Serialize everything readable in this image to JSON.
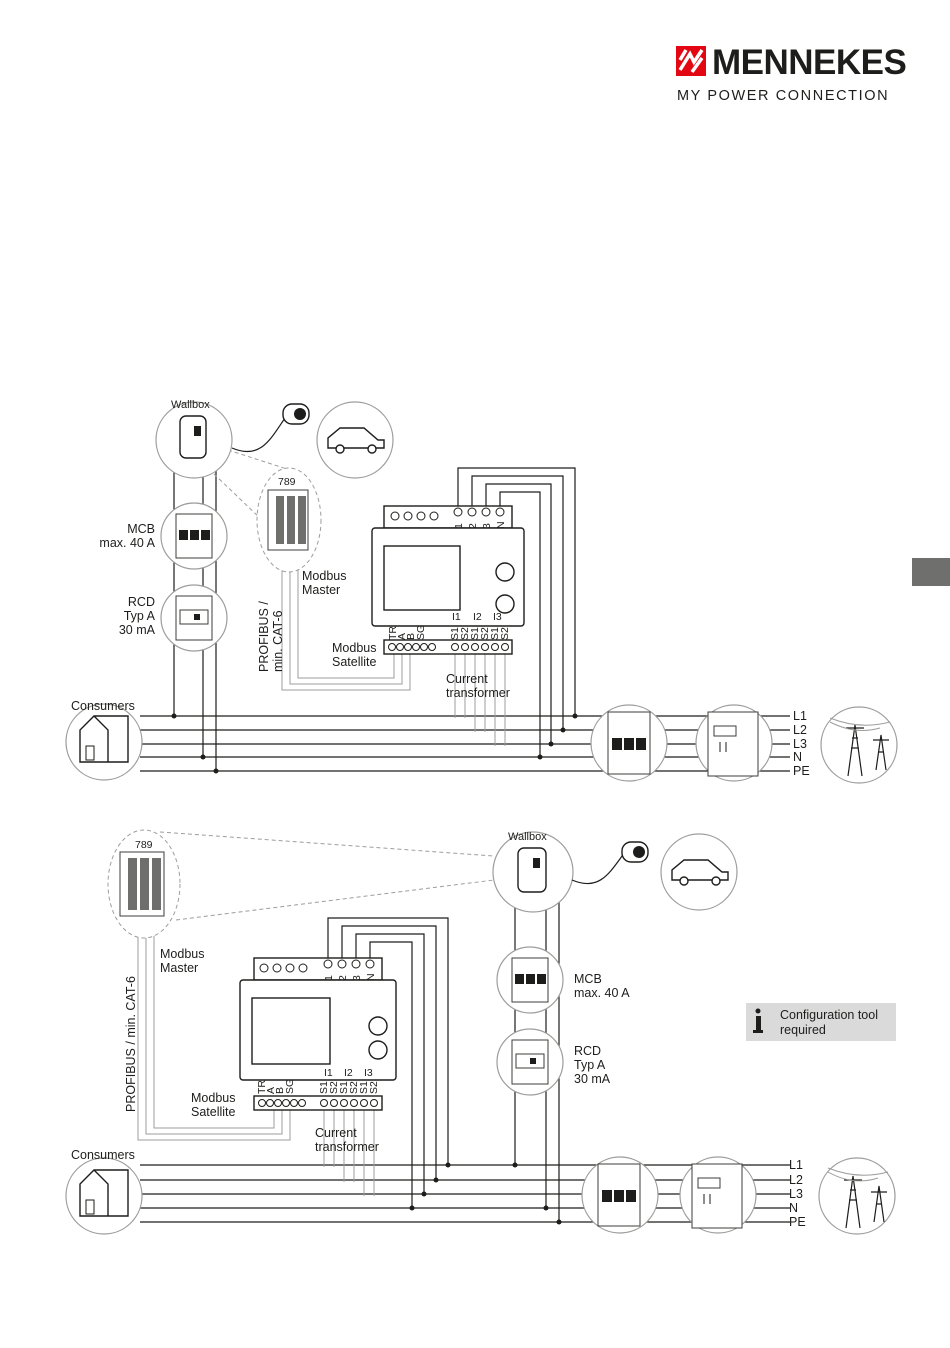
{
  "brand": {
    "name": "MENNEKES",
    "tagline": "MY POWER CONNECTION",
    "accent_color": "#e30613"
  },
  "diagram_top": {
    "wallbox_label": "Wallbox",
    "mcb_label_1": "MCB",
    "mcb_label_2": "max. 40 A",
    "rcd_label_1": "RCD",
    "rcd_label_2": "Typ A",
    "rcd_label_3": "30 mA",
    "module_number": "789",
    "modbus_master_1": "Modbus",
    "modbus_master_2": "Master",
    "profibus_1": "PROFIBUS /",
    "profibus_2": "min. CAT-6",
    "modbus_satellite_1": "Modbus",
    "modbus_satellite_2": "Satellite",
    "current_transformer_1": "Current",
    "current_transformer_2": "transformer",
    "consumers_label": "Consumers"
  },
  "diagram_bottom": {
    "wallbox_label": "Wallbox",
    "mcb_label_1": "MCB",
    "mcb_label_2": "max. 40 A",
    "rcd_label_1": "RCD",
    "rcd_label_2": "Typ A",
    "rcd_label_3": "30 mA",
    "module_number": "789",
    "modbus_master_1": "Modbus",
    "modbus_master_2": "Master",
    "profibus": "PROFIBUS / min. CAT-6",
    "modbus_satellite_1": "Modbus",
    "modbus_satellite_2": "Satellite",
    "current_transformer_1": "Current",
    "current_transformer_2": "transformer",
    "consumers_label": "Consumers"
  },
  "meter": {
    "top_terminals": [
      "V1",
      "V2",
      "V3",
      "VN"
    ],
    "current_labels": [
      "I1",
      "I2",
      "I3"
    ],
    "bottom_left_terminals": [
      "TR",
      "A",
      "B",
      "SG"
    ],
    "bottom_right_terminals": [
      "S1",
      "S2",
      "S1",
      "S2",
      "S1",
      "S2"
    ]
  },
  "lines": [
    "L1",
    "L2",
    "L3",
    "N",
    "PE"
  ],
  "info_box": {
    "line1": "Configuration tool",
    "line2": "required",
    "icon": "info-icon"
  },
  "side_tab": {
    "color": "#6f6f6e"
  }
}
